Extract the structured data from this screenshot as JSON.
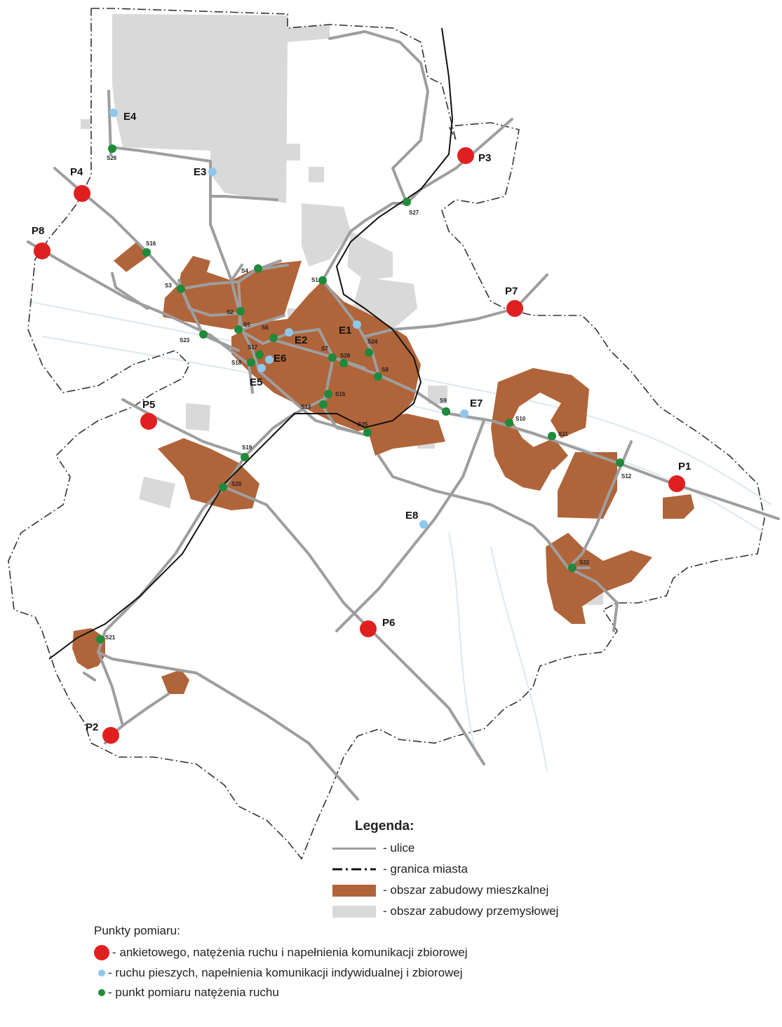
{
  "map": {
    "colors": {
      "road": "#9e9e9e",
      "residential": "#b0643a",
      "industrial": "#d9d9d9",
      "boundary": "#333333",
      "railway": "#111111",
      "survey_point": "#e02020",
      "pedestrian_point": "#8fc8ec",
      "traffic_point": "#1e8a3a"
    },
    "survey_points": [
      "P1",
      "P2",
      "P3",
      "P4",
      "P5",
      "P6",
      "P7",
      "P8"
    ],
    "pedestrian_points": [
      "E1",
      "E2",
      "E3",
      "E4",
      "E5",
      "E6",
      "E7",
      "E8"
    ],
    "traffic_points": [
      "S1",
      "S2",
      "S3",
      "S4",
      "S5",
      "S6",
      "S7",
      "S8",
      "S9",
      "S10",
      "S11",
      "S12",
      "S13",
      "S15",
      "S16",
      "S17",
      "S18",
      "S19",
      "S20",
      "S21",
      "S22",
      "S23",
      "S24",
      "S25",
      "S26",
      "S27",
      "S28"
    ]
  },
  "legend": {
    "title": "Legenda:",
    "items": [
      {
        "symbol": "street-line",
        "label": "- ulice"
      },
      {
        "symbol": "city-boundary-line",
        "label": "- granica miasta"
      },
      {
        "symbol": "residential-area",
        "label": "- obszar zabudowy mieszkalnej"
      },
      {
        "symbol": "industrial-area",
        "label": "- obszar zabudowy przemysłowej"
      }
    ]
  },
  "measurement_points": {
    "title": "Punkty pomiaru:",
    "items": [
      {
        "symbol": "red-dot",
        "label": "- ankietowego, natężenia ruchu i napełnienia komunikacji zbiorowej"
      },
      {
        "symbol": "blue-dot",
        "label": "- ruchu pieszych, napełnienia komunikacji indywidualnej i zbiorowej"
      },
      {
        "symbol": "green-dot",
        "label": "- punkt pomiaru natężenia ruchu"
      }
    ]
  }
}
